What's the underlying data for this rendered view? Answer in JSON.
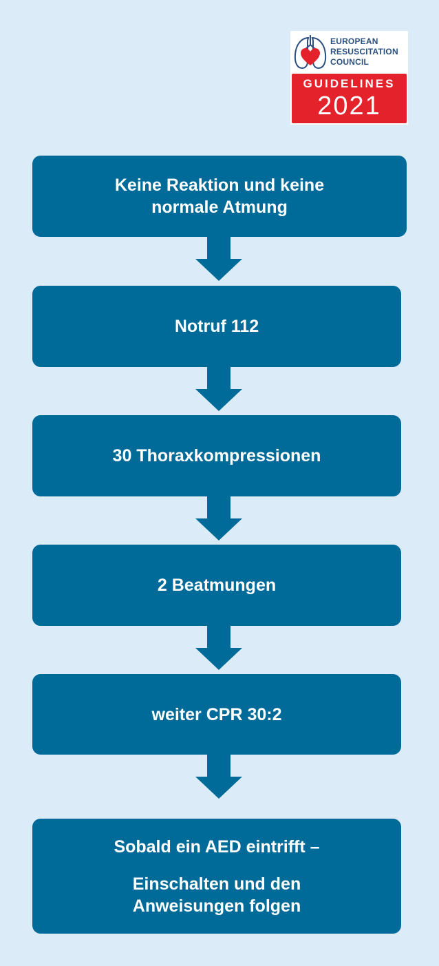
{
  "logo": {
    "line1": "EUROPEAN",
    "line2": "RESUSCITATION",
    "line3": "COUNCIL",
    "guidelines": "GUIDELINES",
    "year": "2021",
    "colors": {
      "navy": "#2a4f80",
      "red": "#e3222b"
    }
  },
  "flow": {
    "steps": [
      {
        "lines": [
          "Keine Reaktion und keine",
          "normale Atmung"
        ]
      },
      {
        "lines": [
          "Notruf 112"
        ]
      },
      {
        "lines": [
          "30 Thoraxkompressionen"
        ]
      },
      {
        "lines": [
          "2 Beatmungen"
        ]
      },
      {
        "lines": [
          "weiter CPR 30:2"
        ]
      },
      {
        "lines": [
          "Sobald ein AED eintrifft –"
        ],
        "lines2": [
          "Einschalten und den",
          "Anweisungen folgen"
        ]
      }
    ],
    "colors": {
      "box": "#006a98",
      "arrow": "#006a98",
      "background": "#dcebf8"
    }
  }
}
